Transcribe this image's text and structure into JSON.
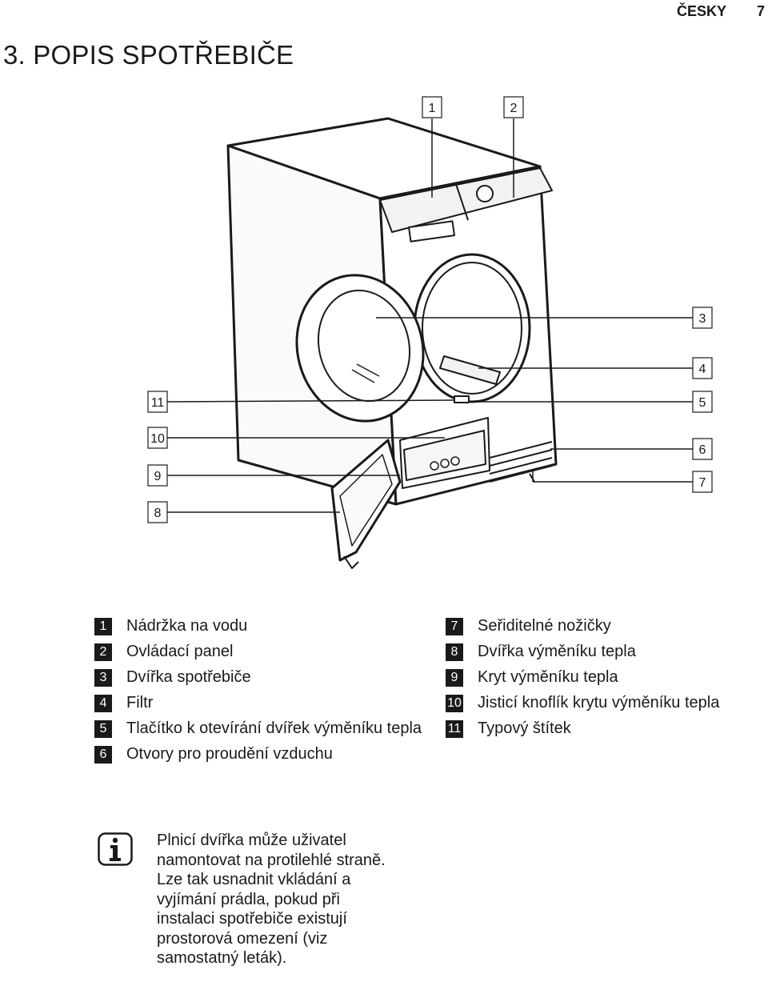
{
  "header": {
    "language": "ČESKY",
    "page_number": "7"
  },
  "section": {
    "title": "3. POPIS SPOTŘEBIČE"
  },
  "figure": {
    "callouts": [
      "1",
      "2",
      "3",
      "4",
      "5",
      "6",
      "7",
      "8",
      "9",
      "10",
      "11"
    ]
  },
  "legend": {
    "left": [
      {
        "num": "1",
        "text": "Nádržka na vodu"
      },
      {
        "num": "2",
        "text": "Ovládací panel"
      },
      {
        "num": "3",
        "text": "Dvířka spotřebiče"
      },
      {
        "num": "4",
        "text": "Filtr"
      },
      {
        "num": "5",
        "text": "Tlačítko k otevírání dvířek výměníku tepla"
      },
      {
        "num": "6",
        "text": "Otvory pro proudění vzduchu"
      }
    ],
    "right": [
      {
        "num": "7",
        "text": "Seřiditelné nožičky"
      },
      {
        "num": "8",
        "text": "Dvířka výměníku tepla"
      },
      {
        "num": "9",
        "text": "Kryt výměníku tepla"
      },
      {
        "num": "10",
        "text": "Jisticí knoflík krytu výměníku tepla"
      },
      {
        "num": "11",
        "text": "Typový štítek"
      }
    ]
  },
  "info": {
    "icon": "info-icon",
    "text": "Plnicí dvířka může uživatel namontovat na protilehlé straně. Lze tak usnadnit vkládání a vyjímání prádla, pokud při instalaci spotřebiče existují prostorová omezení (viz samostatný leták)."
  }
}
